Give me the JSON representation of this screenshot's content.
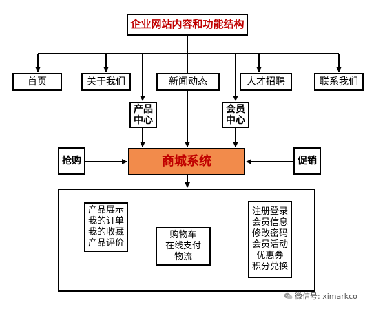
{
  "title": "企业网站内容和功能结构",
  "nav_items": [
    "首页",
    "关于我们",
    "新闻动态",
    "人才招聘",
    "联系我们"
  ],
  "product_center": [
    "产品",
    "中心"
  ],
  "member_center": [
    "会员",
    "中心"
  ],
  "rush_buy": "抢购",
  "promotion": "促销",
  "mall_system": "商城系统",
  "features": {
    "left": [
      "产品展示",
      "我的订单",
      "我的收藏",
      "产品评价"
    ],
    "middle": [
      "购物车",
      "在线支付",
      "物流"
    ],
    "right": [
      "注册登录",
      "会员信息",
      "修改密码",
      "会员活动",
      "优惠券",
      "积分兑换"
    ]
  },
  "watermark": "微信号: ximarkco"
}
